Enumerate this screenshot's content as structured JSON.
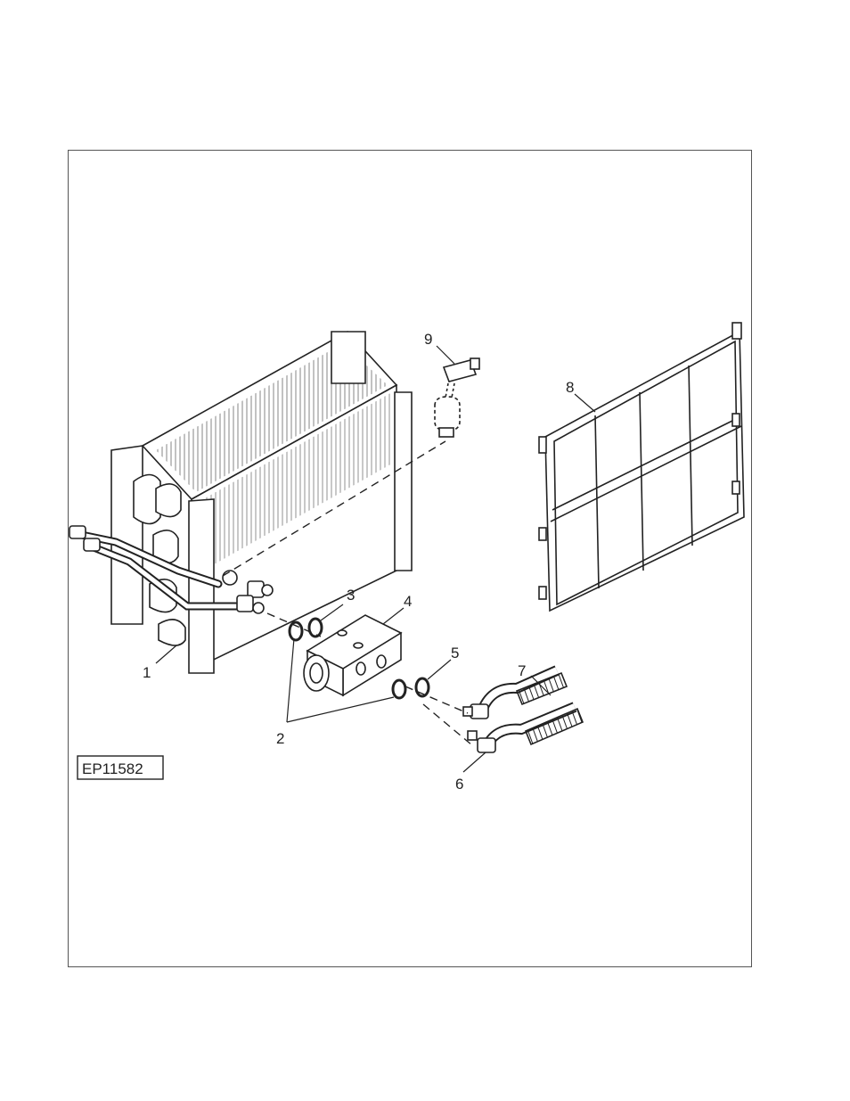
{
  "figure_id": "EP11582",
  "callouts": [
    {
      "number": "1"
    },
    {
      "number": "2"
    },
    {
      "number": "3"
    },
    {
      "number": "4"
    },
    {
      "number": "5"
    },
    {
      "number": "6"
    },
    {
      "number": "7"
    },
    {
      "number": "8"
    },
    {
      "number": "9"
    }
  ],
  "colors": {
    "line": "#222222",
    "frame": "#555555",
    "background": "#ffffff"
  }
}
